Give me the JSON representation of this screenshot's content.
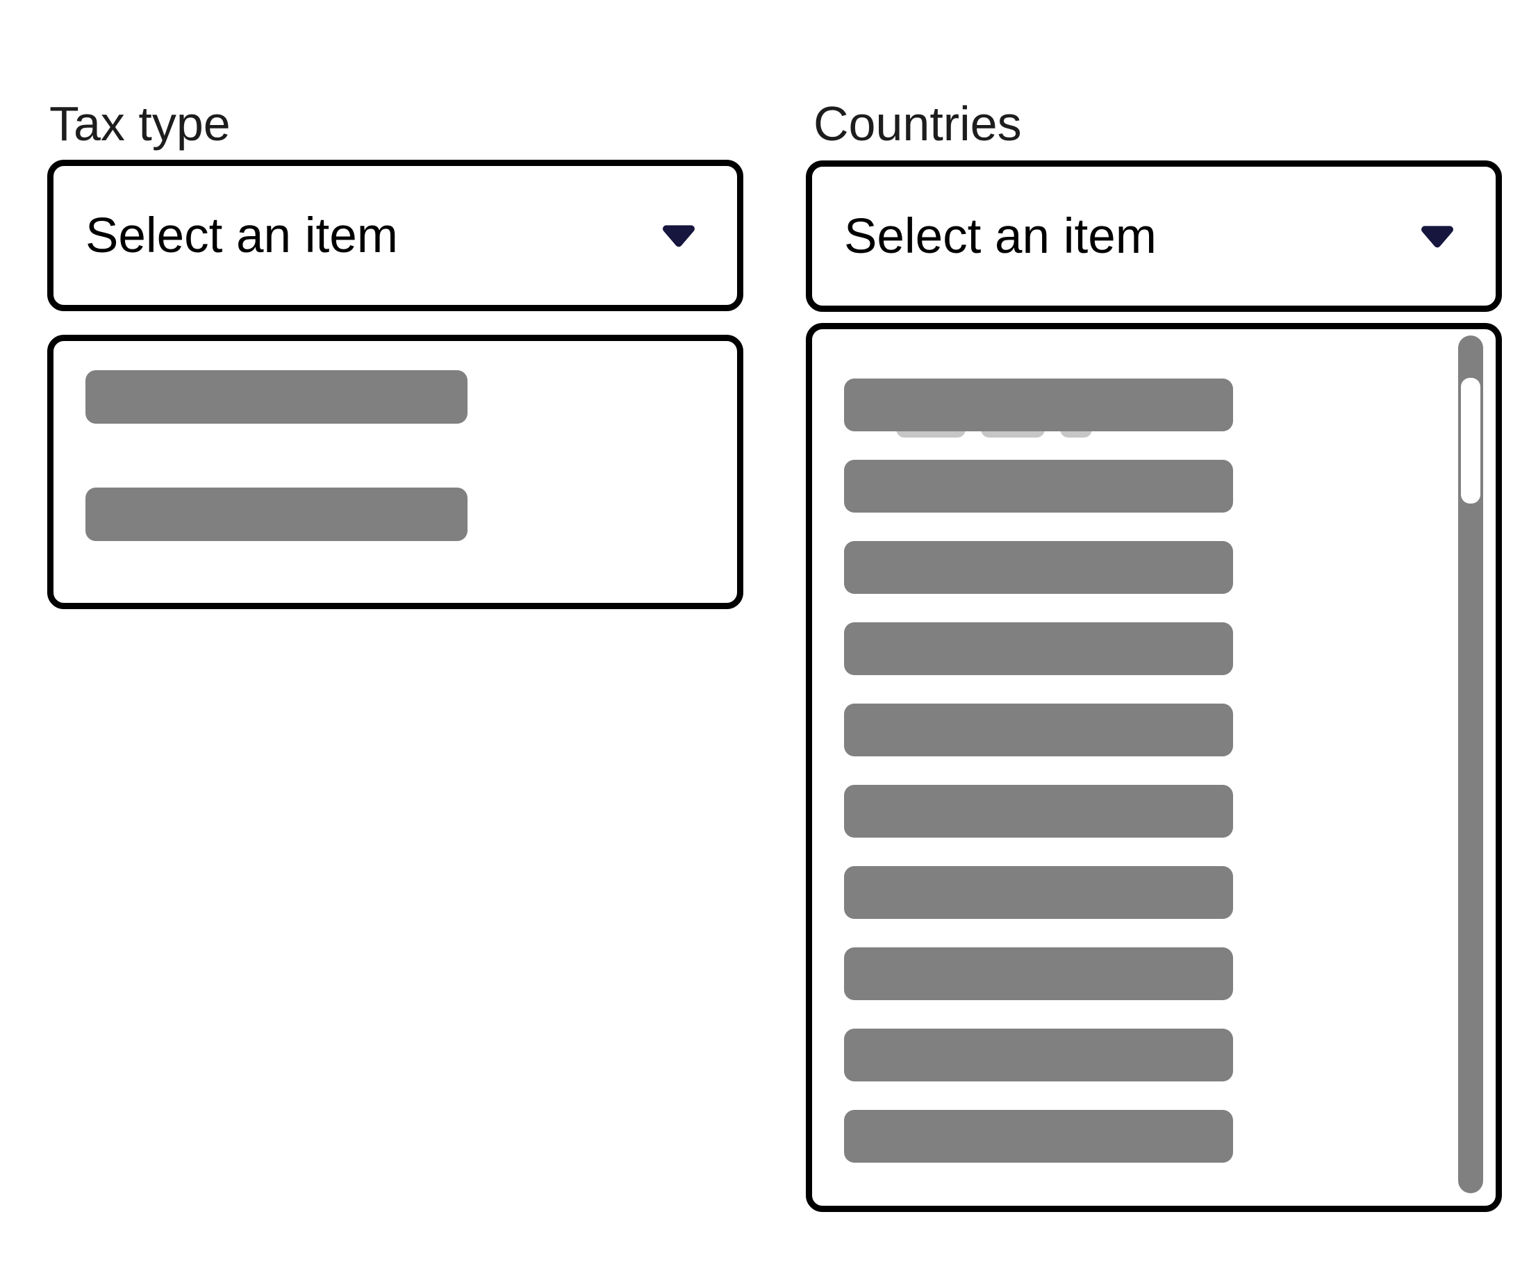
{
  "tax_type": {
    "label": "Tax type",
    "dropdown": {
      "placeholder": "Select an item",
      "caret_icon": "triangle-down",
      "caret_color": "#16163e"
    },
    "list": {
      "placeholder_rows": 2,
      "bar_color": "#808080"
    }
  },
  "countries": {
    "label": "Countries",
    "dropdown": {
      "placeholder": "Select an item",
      "caret_icon": "triangle-down",
      "caret_color": "#16163e"
    },
    "list": {
      "placeholder_rows": 10,
      "bar_color": "#808080",
      "ghost_artifact_color": "#c6c6c6",
      "scrollbar": {
        "track_color": "#808080",
        "thumb_color": "#ffffff"
      }
    }
  },
  "colors": {
    "background": "#ffffff",
    "box_border": "#000000",
    "label_text": "#1d1d1d",
    "value_text": "#000000"
  }
}
